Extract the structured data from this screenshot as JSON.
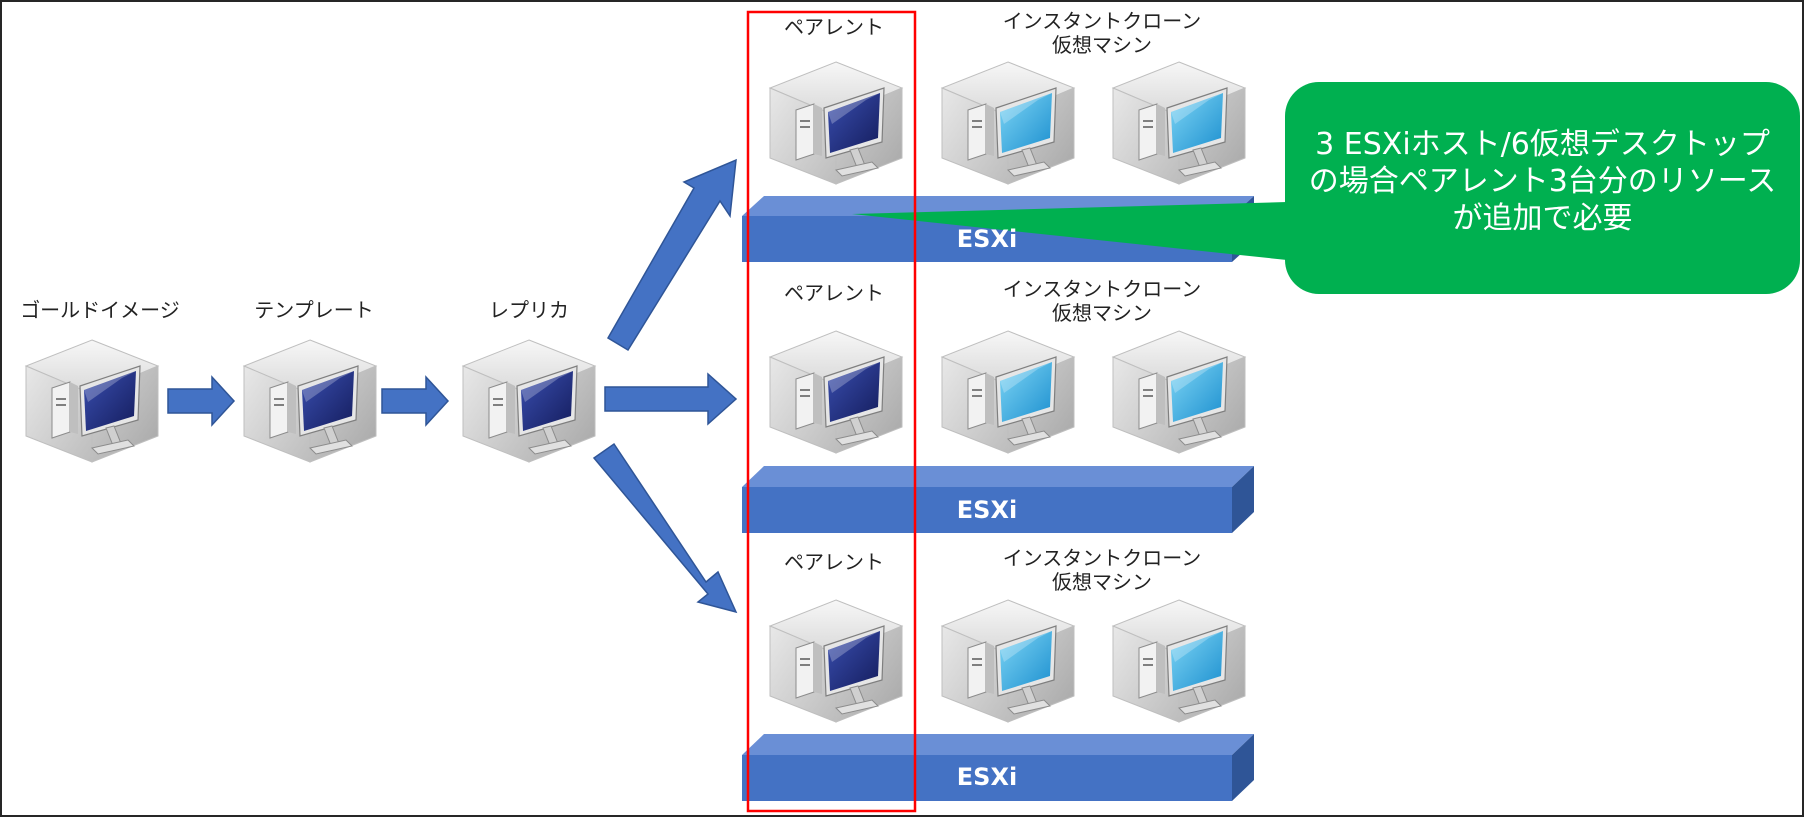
{
  "pipeline": {
    "gold_image_label": "ゴールドイメージ",
    "template_label": "テンプレート",
    "replica_label": "レプリカ"
  },
  "hosts": [
    {
      "parent_label": "ペアレント",
      "clone_label_line1": "インスタントクローン",
      "clone_label_line2": "仮想マシン",
      "esxi_label": "ESXi"
    },
    {
      "parent_label": "ペアレント",
      "clone_label_line1": "インスタントクローン",
      "clone_label_line2": "仮想マシン",
      "esxi_label": "ESXi"
    },
    {
      "parent_label": "ペアレント",
      "clone_label_line1": "インスタントクローン",
      "clone_label_line2": "仮想マシン",
      "esxi_label": "ESXi"
    }
  ],
  "callout": {
    "line1": "3 ESXiホスト/6仮想デスクトップ",
    "line2": "の場合ペアレント3台分のリソース",
    "line3": "が追加で必要"
  },
  "colors": {
    "arrow": "#4472c4",
    "esxi_front": "#4472c4",
    "esxi_top": "#6a8fd6",
    "esxi_side": "#2f5597",
    "callout": "#00b050",
    "highlight_box": "#ff0000",
    "screen_dark": "#1f2d7a",
    "screen_light": "#29a8e0"
  },
  "icons": {
    "vm_dark": "desktop-vm-icon",
    "vm_light": "desktop-clone-icon",
    "arrow": "right-arrow-icon"
  }
}
